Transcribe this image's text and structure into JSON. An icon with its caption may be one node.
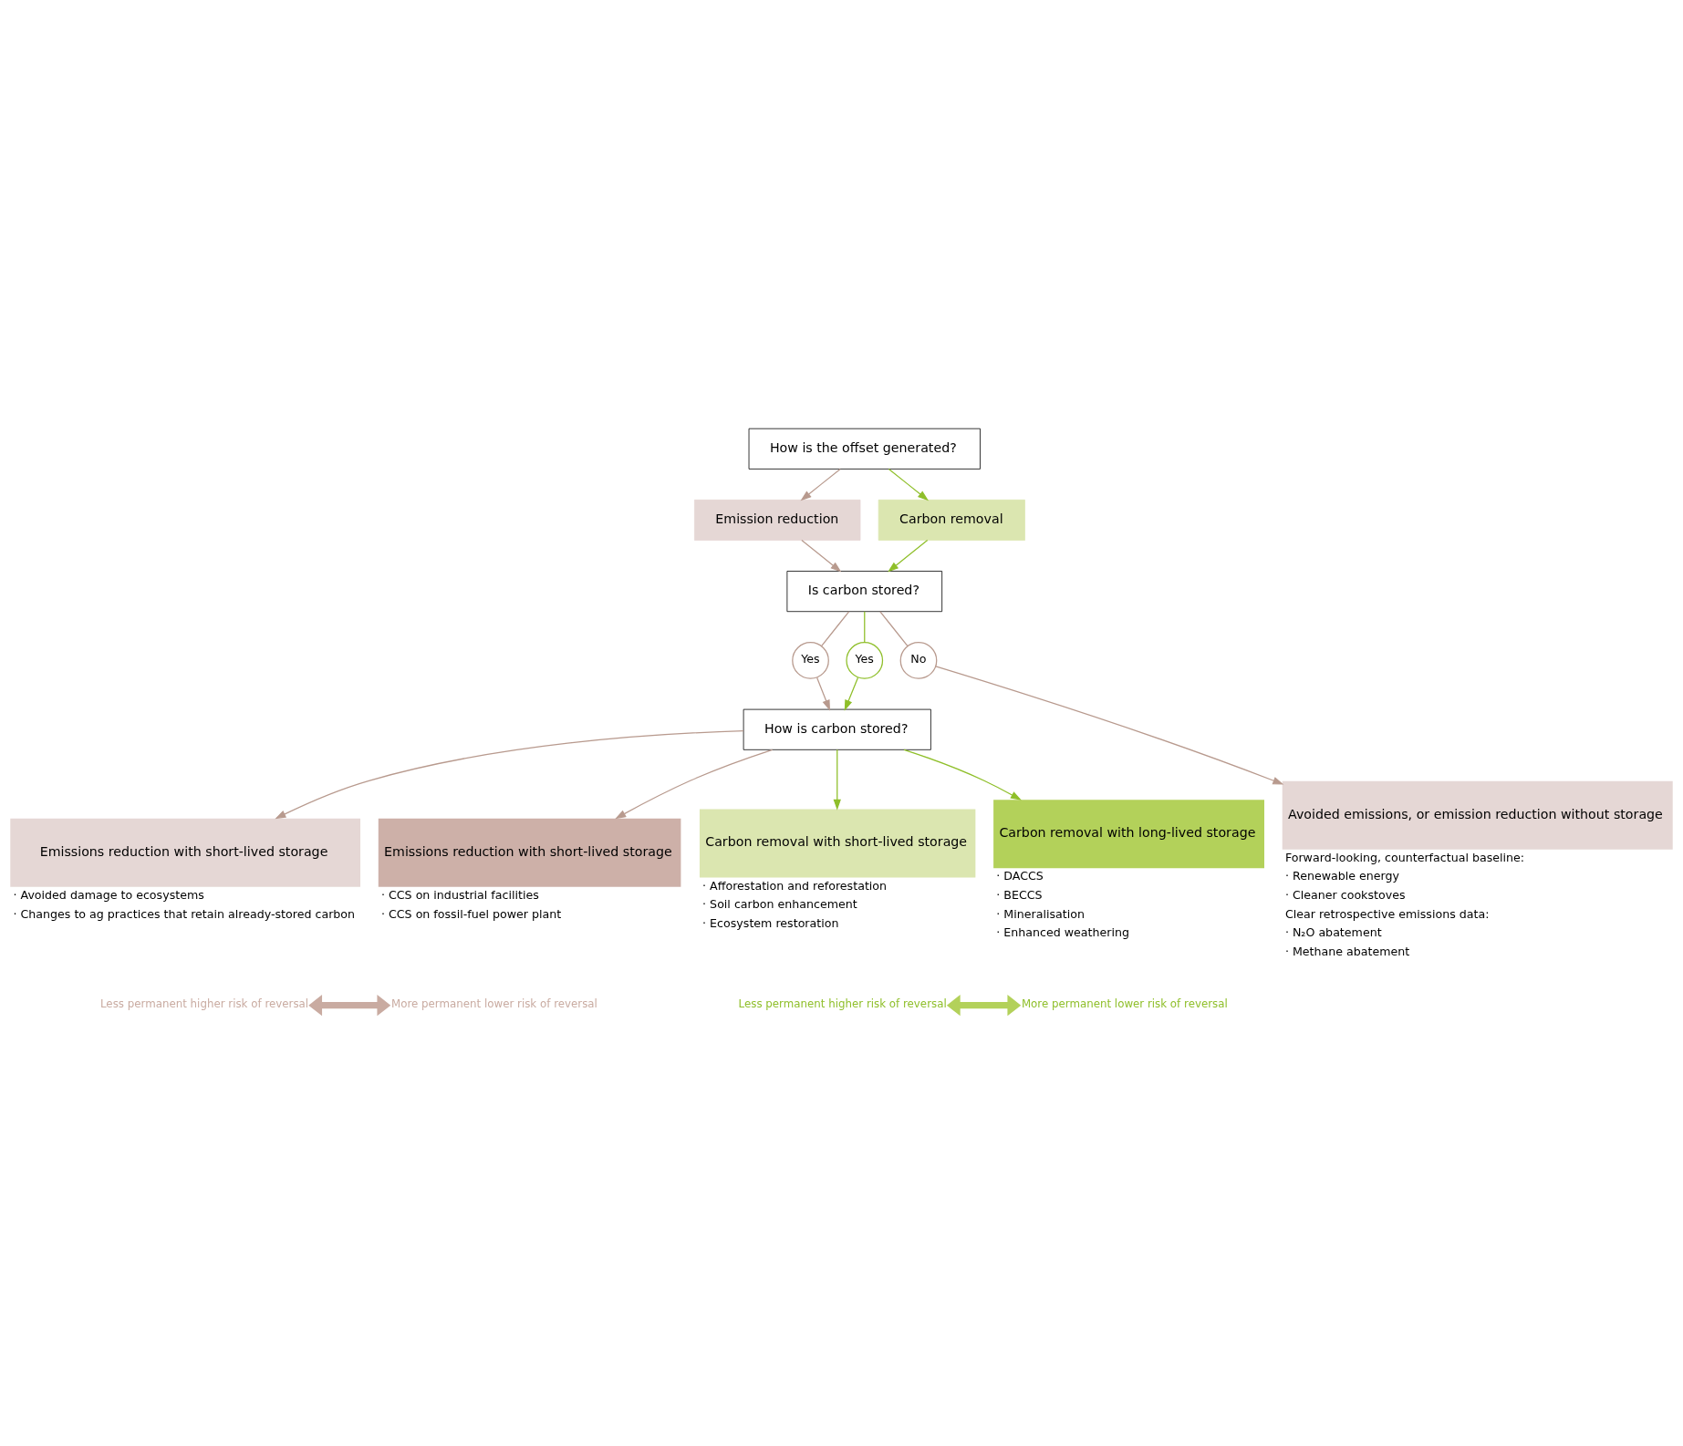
{
  "diagram": {
    "nodes": [
      {
        "text": [
          "How is the offset generated?"
        ]
      },
      {
        "text": [
          "Emission reduction"
        ]
      },
      {
        "text": [
          "Carbon removal"
        ]
      },
      {
        "text": [
          "Is carbon stored?"
        ]
      },
      {
        "text": [
          "No"
        ]
      },
      {
        "text": [
          "Yes"
        ]
      },
      {
        "text": [
          "Yes"
        ]
      },
      {
        "text": [
          "How is carbon stored?"
        ]
      },
      {
        "text": [
          "Avoided emissions, or emission reduction without storage"
        ],
        "beside": [
          "Forward-looking, counterfactual baseline:",
          "· Renewable energy",
          "· Cleaner cookstoves",
          "Clear retrospective emissions data:",
          "· N₂O abatement",
          "· Methane abatement"
        ]
      },
      {
        "text": [
          "Emissions reduction with short-lived storage"
        ],
        "beside": [
          "· Avoided damage to ecosystems",
          "· Changes to ag practices that retain already-stored carbon"
        ]
      },
      {
        "text": [
          "Emissions reduction with short-lived storage"
        ],
        "beside": [
          "· CCS on industrial facilities",
          "· CCS on fossil-fuel power plant"
        ]
      },
      {
        "text": [
          "Carbon removal with short-lived storage"
        ],
        "beside": [
          "· Afforestation and reforestation",
          "· Soil carbon enhancement",
          "· Ecosystem restoration"
        ]
      },
      {
        "text": [
          "Carbon removal with long-lived storage"
        ],
        "beside": [
          "· DACCS",
          "· BECCS",
          "· Mineralisation",
          "· Enhanced weathering"
        ]
      },
      {
        "text": [
          "Less permanent higher risk of reversal"
        ]
      },
      {
        "text": [
          "More permanent lower risk of reversal"
        ]
      },
      {
        "text": [
          "Less permanent higher risk of reversal"
        ]
      },
      {
        "text": [
          "More permanent lower risk of reversal"
        ]
      }
    ],
    "edges": [
      {
        "from": 0,
        "to": 1,
        "arrow": "to"
      },
      {
        "from": 0,
        "to": 2,
        "arrow": "to",
        "color": "#8fbf2a"
      },
      {
        "from": 1,
        "to": 3,
        "arrow": "to"
      },
      {
        "from": 2,
        "to": 3,
        "arrow": "to",
        "color": "#8fbf2a"
      },
      {
        "from": 3,
        "to": 4,
        "arrow": "none"
      },
      {
        "from": 4,
        "to": 8,
        "arrow": "to"
      },
      {
        "from": 3,
        "to": 5,
        "arrow": "none"
      },
      {
        "from": 5,
        "to": 7,
        "arrow": "to"
      },
      {
        "from": 3,
        "to": 6,
        "arrow": "none",
        "color": "#8fbf2a"
      },
      {
        "from": 6,
        "to": 7,
        "arrow": "to",
        "color": "#8fbf2a"
      },
      {
        "from": 7,
        "to": 9,
        "arrow": "to"
      },
      {
        "from": 7,
        "to": 10,
        "arrow": "to"
      },
      {
        "from": 7,
        "to": 11,
        "arrow": "to",
        "color": "#8fbf2a"
      },
      {
        "from": 7,
        "to": 12,
        "arrow": "to",
        "color": "#8fbf2a"
      },
      {
        "from": 13,
        "to": 14,
        "arrow": "both",
        "style": "thick",
        "color": "#c9aba1"
      },
      {
        "from": 15,
        "to": 16,
        "arrow": "both",
        "style": "thick",
        "color": "#b3d15a"
      }
    ]
  }
}
